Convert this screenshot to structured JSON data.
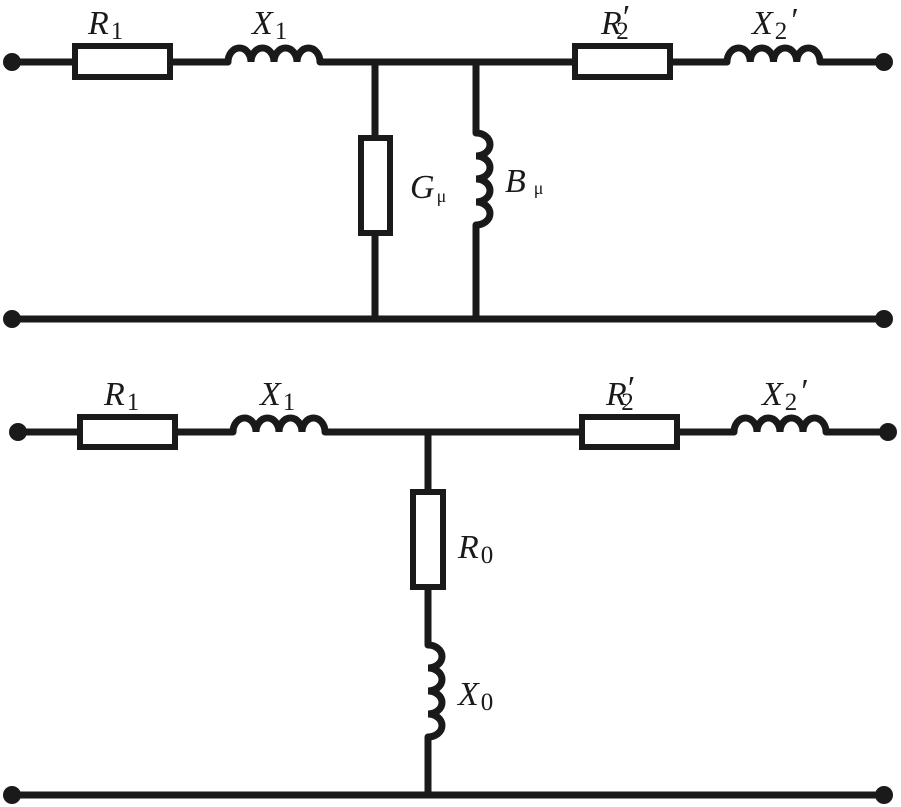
{
  "circuit_1": {
    "series_left_resistor": {
      "symbol": "R",
      "subscript": "1",
      "prime": ""
    },
    "series_left_inductor": {
      "symbol": "X",
      "subscript": "1",
      "prime": ""
    },
    "series_right_resistor": {
      "symbol": "R",
      "subscript": "2",
      "prime": "′"
    },
    "series_right_inductor": {
      "symbol": "X",
      "subscript": "2",
      "prime": "′"
    },
    "shunt_conductance": {
      "symbol": "G",
      "subscript": "μ"
    },
    "shunt_susceptance": {
      "symbol": "B",
      "subscript": "μ"
    }
  },
  "circuit_2": {
    "series_left_resistor": {
      "symbol": "R",
      "subscript": "1",
      "prime": ""
    },
    "series_left_inductor": {
      "symbol": "X",
      "subscript": "1",
      "prime": ""
    },
    "series_right_resistor": {
      "symbol": "R",
      "subscript": "2",
      "prime": "′"
    },
    "series_right_inductor": {
      "symbol": "X",
      "subscript": "2",
      "prime": "′"
    },
    "shunt_resistor": {
      "symbol": "R",
      "subscript": "0"
    },
    "shunt_inductor": {
      "symbol": "X",
      "subscript": "0"
    }
  }
}
